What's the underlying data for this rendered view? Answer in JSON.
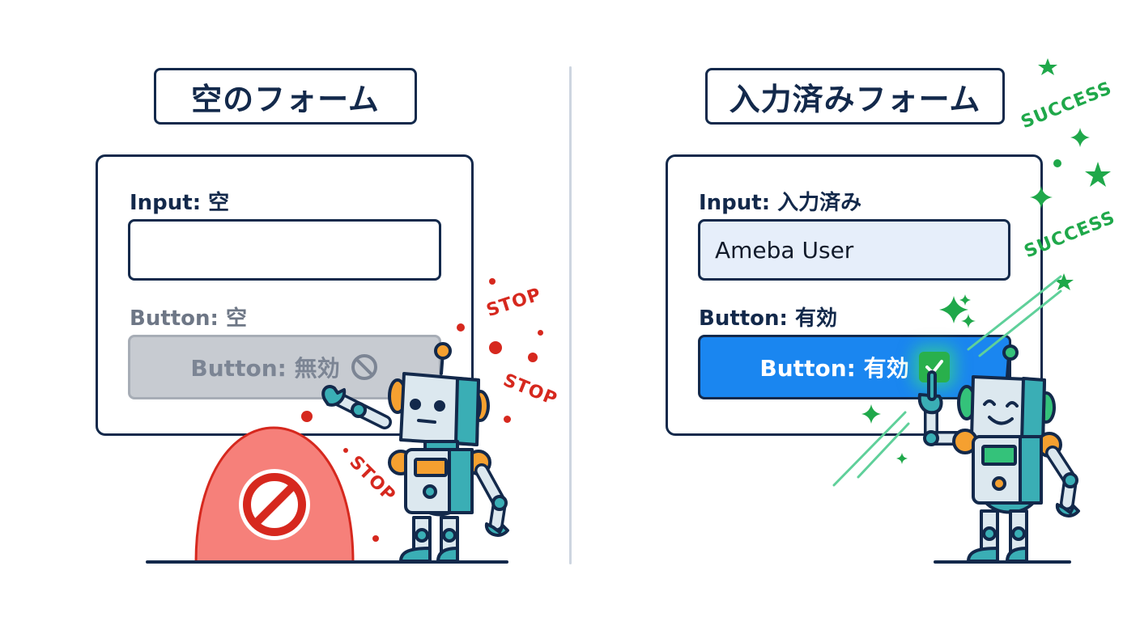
{
  "left_panel": {
    "title": "空のフォーム",
    "input_label": "Input: 空",
    "input_value": "",
    "button_label": "Button: 空",
    "button_text": "Button: 無効",
    "button_state": "disabled",
    "button_icon": "prohibited-icon",
    "stop_texts": [
      "STOP",
      "STOP",
      "STOP"
    ],
    "robot_expression": "neutral",
    "sign_icon": "no-entry-icon"
  },
  "right_panel": {
    "title": "入力済みフォーム",
    "input_label": "Input: 入力済み",
    "input_value": "Ameba User",
    "button_label": "Button: 有効",
    "button_text": "Button: 有効",
    "button_state": "enabled",
    "button_icon": "checkmark-icon",
    "success_texts": [
      "SUCCESS",
      "SUCCESS"
    ],
    "robot_expression": "happy"
  },
  "colors": {
    "navy": "#13294b",
    "disabled_bg": "#c7cbd1",
    "disabled_text": "#7c8594",
    "enabled_bg": "#1a86f0",
    "filled_input_bg": "#e6eefa",
    "stop_red": "#d6281e",
    "success_green": "#1fa84a",
    "robot_teal": "#3aaeb5",
    "robot_orange": "#f5a030"
  }
}
